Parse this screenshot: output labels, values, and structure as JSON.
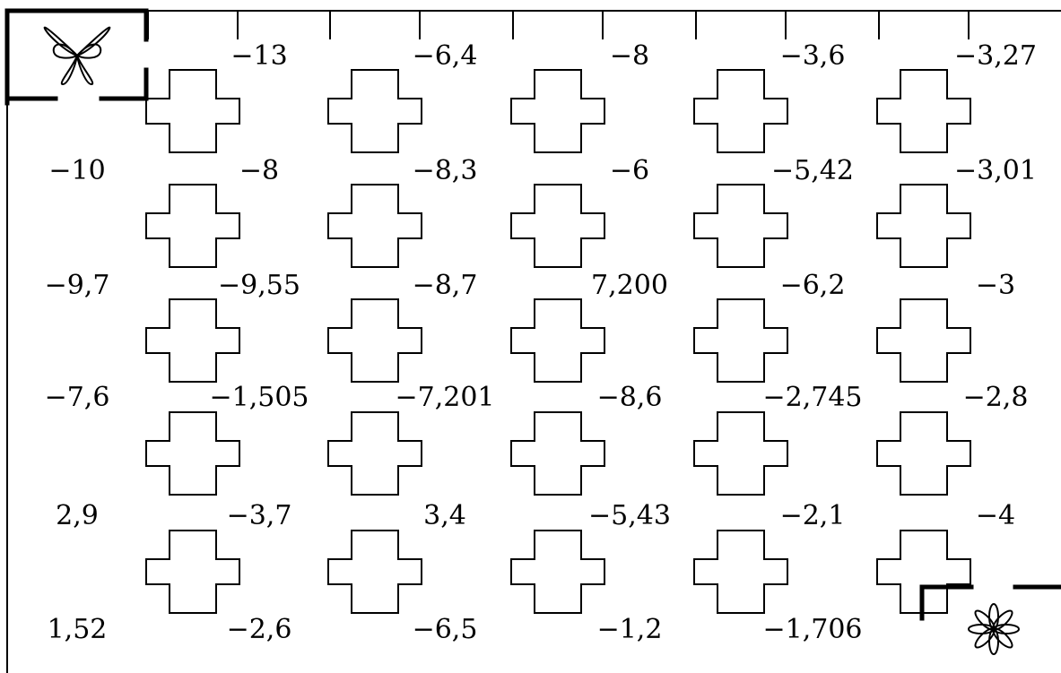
{
  "maze": {
    "start_icon": "butterfly-icon",
    "finish_icon": "flower-icon",
    "rows": [
      [
        "",
        "−13",
        "−6,4",
        "−8",
        "−3,6",
        "−3,27"
      ],
      [
        "−10",
        "−8",
        "−8,3",
        "−6",
        "−5,42",
        "−3,01"
      ],
      [
        "−9,7",
        "−9,55",
        "−8,7",
        "7,200",
        "−6,2",
        "−3"
      ],
      [
        "−7,6",
        "−1,505",
        "−7,201",
        "−8,6",
        "−2,745",
        "−2,8"
      ],
      [
        "2,9",
        "−3,7",
        "3,4",
        "−5,43",
        "−2,1",
        "−4"
      ],
      [
        "1,52",
        "−2,6",
        "−6,5",
        "−1,2",
        "−1,706",
        ""
      ]
    ]
  }
}
